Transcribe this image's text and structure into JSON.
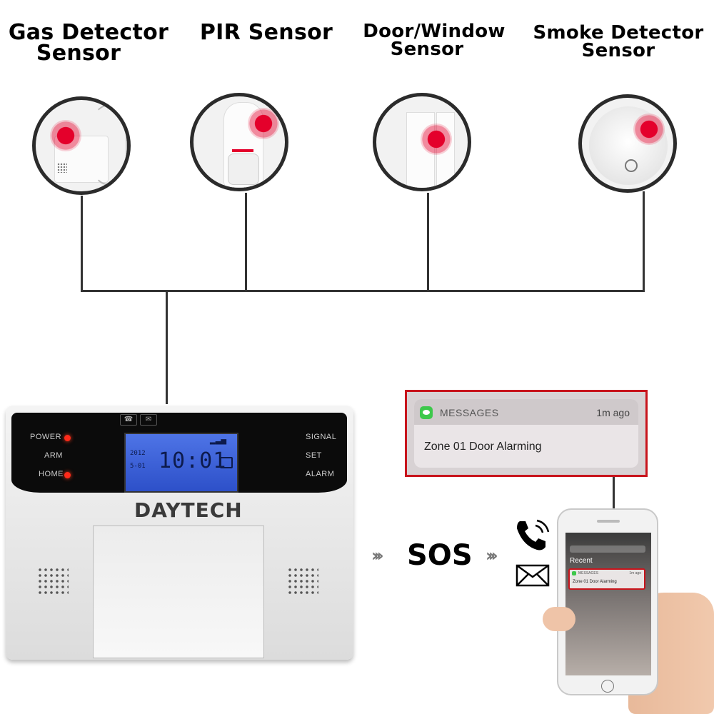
{
  "sensors": [
    {
      "title_line1": "Gas Detector",
      "title_line2": "Sensor"
    },
    {
      "title_line1": "PIR Sensor",
      "title_line2": ""
    },
    {
      "title_line1": "Door/Window",
      "title_line2": "Sensor"
    },
    {
      "title_line1": "Smoke Detector",
      "title_line2": "Sensor"
    }
  ],
  "panel": {
    "brand": "DAYTECH",
    "lcd_time": "10:01",
    "lcd_year": "2012",
    "lcd_date": "5-01",
    "left_labels": [
      "POWER",
      "ARM",
      "HOME"
    ],
    "right_labels": [
      "SIGNAL",
      "SET",
      "ALARM"
    ]
  },
  "notification": {
    "app": "MESSAGES",
    "time": "1m ago",
    "body": "Zone 01 Door Alarming"
  },
  "sos_label": "SOS",
  "phone": {
    "recent_label": "Recent",
    "notif_app": "MESSAGES",
    "notif_time": "1m ago",
    "notif_body": "Zone 01 Door Alarming"
  },
  "colors": {
    "alert_red": "#c8141c",
    "led_red": "#ff2a1a",
    "lcd_blue": "#3f63d8",
    "message_green": "#3dc84b"
  },
  "icons": [
    "phone-call-icon",
    "envelope-icon",
    "lock-icon",
    "signal-icon"
  ]
}
